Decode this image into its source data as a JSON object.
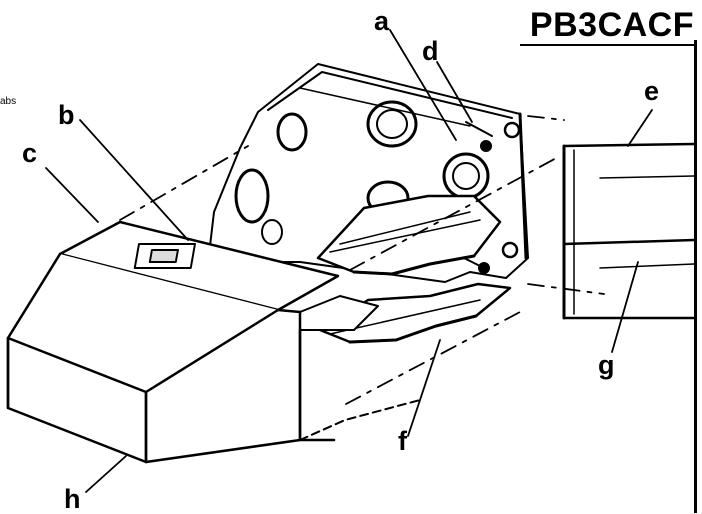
{
  "title": "PB3CACF",
  "edge_fragment": "abs",
  "callouts": {
    "a": "a",
    "b": "b",
    "c": "c",
    "d": "d",
    "e": "e",
    "f": "f",
    "g": "g",
    "h": "h"
  },
  "colors": {
    "ink": "#000000",
    "paper": "#ffffff",
    "shade": "#dcdcdc"
  }
}
